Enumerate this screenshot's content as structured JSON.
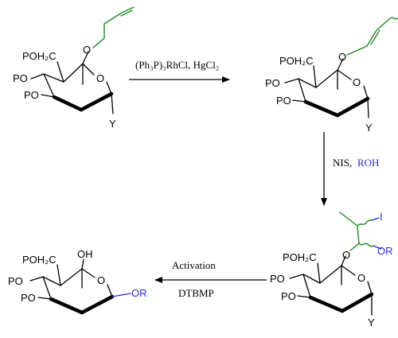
{
  "colors": {
    "bond": "#000000",
    "alkene": "#1f8a1f",
    "reagent": "#2b2bd8"
  },
  "labels": {
    "poh2c": "POH₂C",
    "po": "PO",
    "o": "O",
    "y": "Y",
    "i": "I",
    "or": "OR",
    "oh": "OH"
  },
  "reagents": {
    "step1": "(Ph₃P)₃RhCl, HgCl₂",
    "step2_nis": "NIS,",
    "step2_roh": "ROH",
    "step3_top": "Activation",
    "step3_bottom": "DTBMP"
  }
}
